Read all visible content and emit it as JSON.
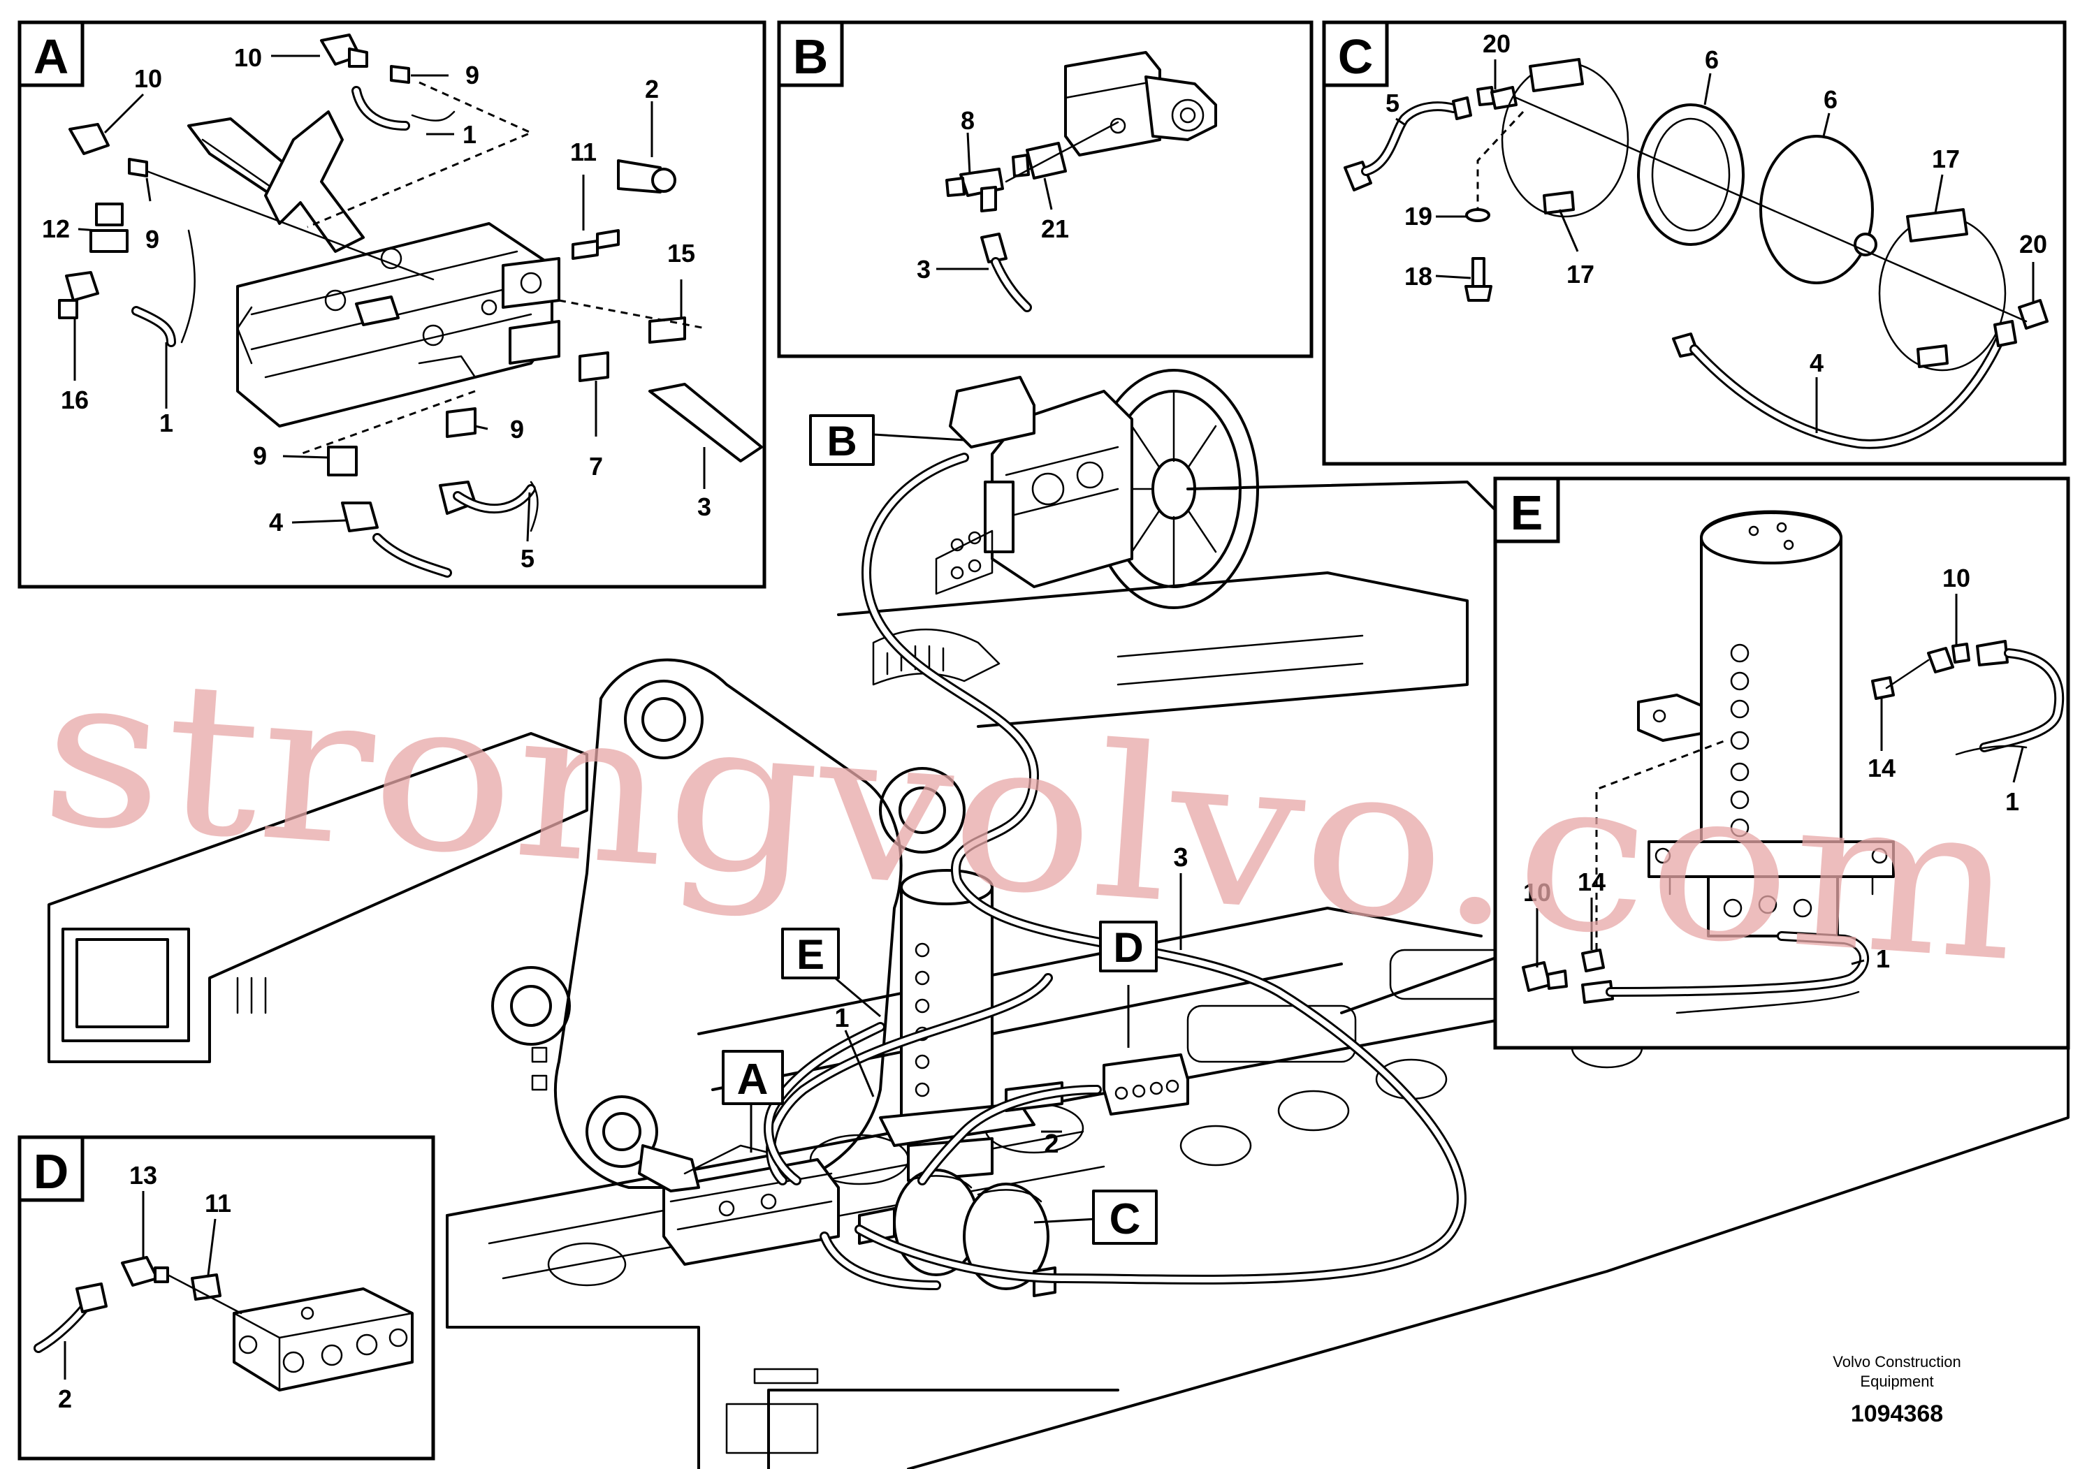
{
  "panels": {
    "A": {
      "letter": "A",
      "labels": [
        "10",
        "9",
        "1",
        "10",
        "2",
        "12",
        "9",
        "11",
        "15",
        "16",
        "1",
        "9",
        "9",
        "7",
        "4",
        "3",
        "5"
      ]
    },
    "B": {
      "letter": "B",
      "labels": [
        "8",
        "21",
        "3"
      ]
    },
    "C": {
      "letter": "C",
      "labels": [
        "20",
        "6",
        "6",
        "5",
        "17",
        "19",
        "17",
        "18",
        "20",
        "4"
      ]
    },
    "D": {
      "letter": "D",
      "labels": [
        "13",
        "11",
        "2"
      ]
    },
    "E": {
      "letter": "E",
      "labels": [
        "10",
        "14",
        "1",
        "14",
        "10",
        "1"
      ]
    }
  },
  "main": {
    "callout_letters": [
      "B",
      "E",
      "D",
      "A",
      "C"
    ],
    "labels": [
      "3",
      "1",
      "2"
    ]
  },
  "watermark": "strongvolvo.com",
  "caption": {
    "company_line1": "Volvo Construction",
    "company_line2": "Equipment",
    "drawing_number": "1094368"
  }
}
